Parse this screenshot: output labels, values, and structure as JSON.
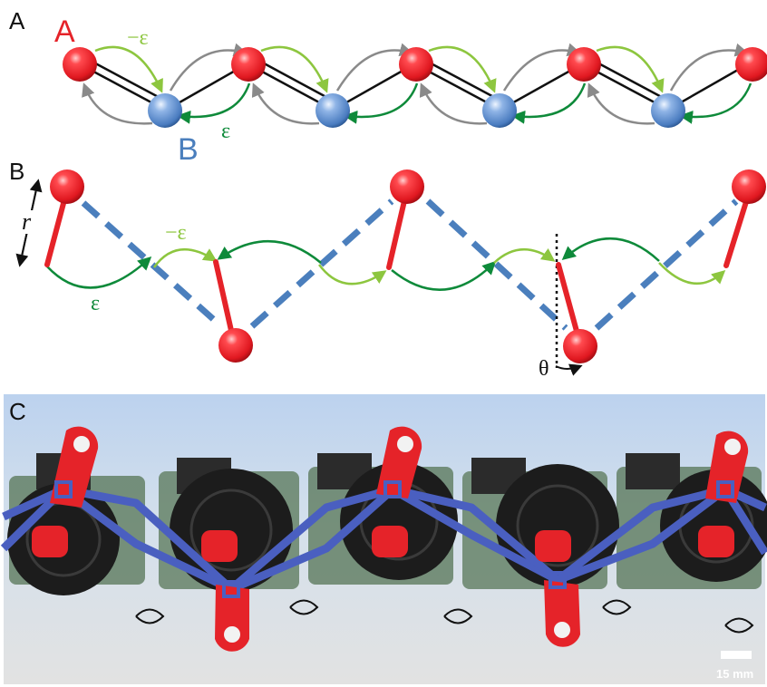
{
  "panels": {
    "a": {
      "label": "A",
      "site_a": "A",
      "site_b": "B",
      "coupling_neg": "−ε",
      "coupling_pos": "ε"
    },
    "b": {
      "label": "B",
      "length": "r",
      "coupling_neg": "−ε",
      "coupling_pos": "ε",
      "angle": "θ"
    },
    "c": {
      "label": "C",
      "scale_bar": "15 mm"
    }
  },
  "colors": {
    "red_site": "#e52329",
    "blue_site": "#4b7fbd",
    "light_green": "#8dc63f",
    "dark_green": "#0e8a3a",
    "gray_arrow": "#8a8a8a",
    "photo_bg": "#c9d9ea",
    "photo_floor": "#d8d8d8",
    "blue_band": "#4a5fc0"
  }
}
